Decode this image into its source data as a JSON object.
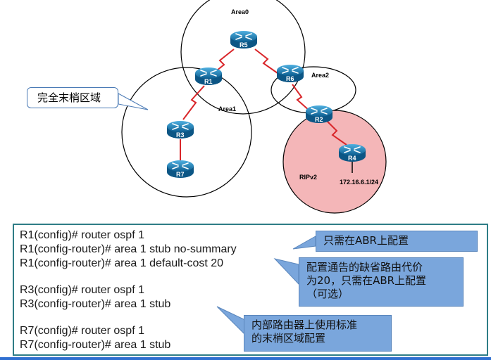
{
  "areas": {
    "area0": "Area0",
    "area1": "Area1",
    "area2": "Area2",
    "rip": "RIPv2"
  },
  "routers": {
    "r1": "R1",
    "r2": "R2",
    "r3": "R3",
    "r4": "R4",
    "r5": "R5",
    "r6": "R6",
    "r7": "R7"
  },
  "network": "172.16.6.1/24",
  "stub_bubble": "完全末梢区域",
  "config": {
    "lines": [
      "R1(config)# router ospf 1",
      "R1(config-router)# area 1 stub no-summary",
      "R1(config-router)# area 1 default-cost 20",
      "R3(config)# router ospf 1",
      "R3(config-router)# area 1 stub",
      "R7(config)# router ospf 1",
      "R7(config-router)# area 1 stub"
    ]
  },
  "callouts": {
    "abr_only": "只需在ABR上配置",
    "default_cost_1": "配置通告的缺省路由代价",
    "default_cost_2": "为20，只需在ABR上配置",
    "default_cost_3": "（可选）",
    "internal_1": "内部路由器上使用标准",
    "internal_2": "的末梢区域配置"
  },
  "colors": {
    "router": "#1f7fb8",
    "serial_link": "#d9262a",
    "rip_fill": "#f4b6b8",
    "callout": "#7aa6dc",
    "box_border": "#2e7d86"
  }
}
